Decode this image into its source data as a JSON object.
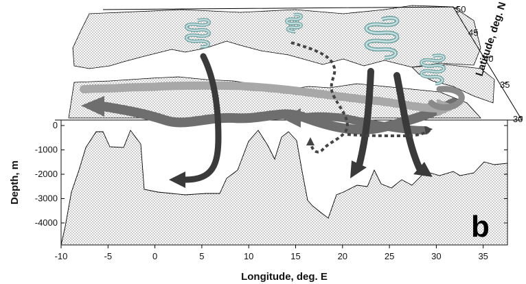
{
  "figure": {
    "panel_label": "b",
    "x_axis": {
      "label": "Longitude, deg. E",
      "ticks": [
        "-10",
        "-5",
        "0",
        "5",
        "10",
        "15",
        "20",
        "25",
        "30",
        "35"
      ]
    },
    "y_axis": {
      "label": "Depth, m",
      "ticks": [
        "0",
        "-1000",
        "-2000",
        "-3000",
        "-4000"
      ]
    },
    "lat_axis": {
      "label": "Latitude, deg. N",
      "ticks": [
        "30",
        "35",
        "40",
        "45",
        "50"
      ]
    }
  },
  "colors": {
    "surface_flow": "#a8a8a8",
    "intermediate_flow": "#6e6e6e",
    "deep_flow": "#3a3a3a",
    "convection_spiral": "#9cc4c4",
    "bathymetry_fill": "#ffffff",
    "stipple": "#000000"
  },
  "icons": [
    "spiral-icon",
    "arrow-icon"
  ]
}
